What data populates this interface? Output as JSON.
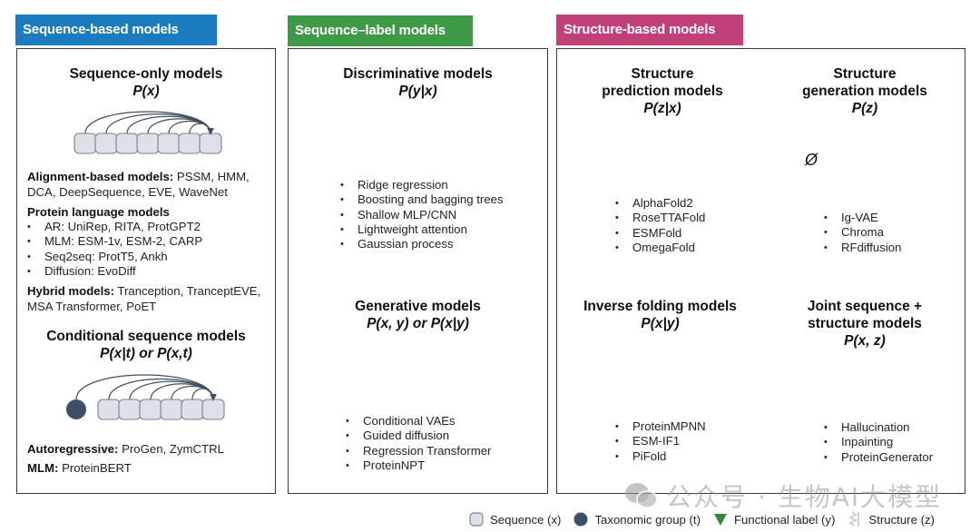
{
  "colors": {
    "sequence_based": "#1b7bbf",
    "sequence_label": "#3f9a47",
    "structure_based": "#c2407a",
    "residue_fill": "#dde0e7",
    "residue_stroke": "#7b8290",
    "arrow": "#3f4e62",
    "taxonomic": "#3d5068",
    "functional": "#2f8a3a",
    "structure_icon": "#cfcfcf"
  },
  "sections": {
    "sequence_based": {
      "tag": "Sequence-based models",
      "sequence_only": {
        "title": "Sequence-only models",
        "formula": "P(x)",
        "alignment_head": "Alignment-based models:",
        "alignment_text": " PSSM, HMM, DCA, DeepSequence, EVE, WaveNet",
        "plm_head": "Protein language models",
        "plm_items": [
          "AR: UniRep, RITA, ProtGPT2",
          "MLM: ESM-1v, ESM-2, CARP",
          "Seq2seq: ProtT5, Ankh",
          "Diffusion: EvoDiff"
        ],
        "hybrid_head": "Hybrid models:",
        "hybrid_text": " Tranception, TranceptEVE, MSA Transformer, PoET"
      },
      "conditional": {
        "title": "Conditional sequence models",
        "formula": "P(x|t) or P(x,t)",
        "ar_head": "Autoregressive:",
        "ar_text": " ProGen, ZymCTRL",
        "mlm_head": "MLM:",
        "mlm_text": " ProteinBERT"
      }
    },
    "sequence_label": {
      "tag": "Sequence–label models",
      "discriminative": {
        "title": "Discriminative models",
        "formula": "P(y|x)",
        "items": [
          "Ridge regression",
          "Boosting and bagging trees",
          "Shallow MLP/CNN",
          "Lightweight attention",
          "Gaussian process"
        ]
      },
      "generative": {
        "title": "Generative models",
        "formula": "P(x, y) or P(x|y)",
        "items": [
          "Conditional VAEs",
          "Guided diffusion",
          "Regression Transformer",
          "ProteinNPT"
        ]
      }
    },
    "structure_based": {
      "tag": "Structure-based models",
      "prediction": {
        "title_line1": "Structure",
        "title_line2": "prediction models",
        "formula": "P(z|x)",
        "items": [
          "AlphaFold2",
          "RoseTTAFold",
          "ESMFold",
          "OmegaFold"
        ]
      },
      "generation": {
        "title_line1": "Structure",
        "title_line2": "generation models",
        "formula": "P(z)",
        "empty_symbol": "Ø",
        "items": [
          "Ig-VAE",
          "Chroma",
          "RFdiffusion"
        ]
      },
      "inverse": {
        "title": "Inverse folding models",
        "formula": "P(x|y)",
        "items": [
          "ProteinMPNN",
          "ESM-IF1",
          "PiFold"
        ]
      },
      "joint": {
        "title_line1": "Joint sequence +",
        "title_line2": "structure models",
        "formula": "P(x, z)",
        "items": [
          "Hallucination",
          "Inpainting",
          "ProteinGenerator"
        ]
      }
    }
  },
  "legend": {
    "sequence": "Sequence (x)",
    "taxonomic": "Taxonomic group (t)",
    "functional": "Functional label (y)",
    "structure": "Structure (z)"
  },
  "watermark": "公众号 · 生物AI大模型"
}
